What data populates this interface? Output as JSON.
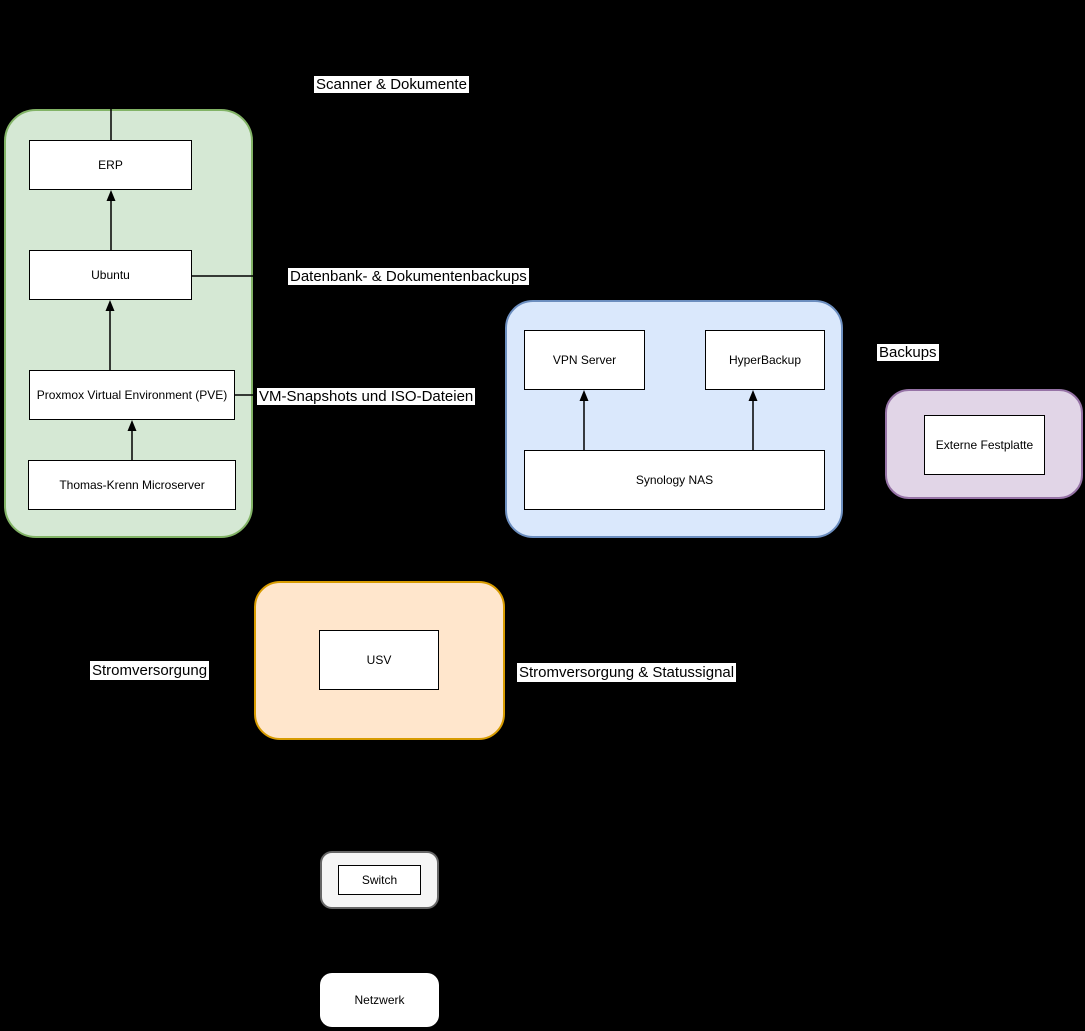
{
  "canvas": {
    "background": "#000000",
    "connector_color": "#000000"
  },
  "nodes": {
    "erp": {
      "label": "ERP"
    },
    "ubuntu": {
      "label": "Ubuntu"
    },
    "pve": {
      "label": "Proxmox Virtual Environment (PVE)"
    },
    "microserver": {
      "label": "Thomas-Krenn Microserver"
    },
    "vpn_server": {
      "label": "VPN Server"
    },
    "hyperbackup": {
      "label": "HyperBackup"
    },
    "synology_nas": {
      "label": "Synology NAS"
    },
    "externe_festplatte": {
      "label": "Externe Festplatte"
    },
    "usv": {
      "label": "USV"
    },
    "switch": {
      "label": "Switch"
    },
    "netzwerk": {
      "label": "Netzwerk"
    }
  },
  "edge_labels": {
    "scanner_dokumente": "Scanner & Dokumente",
    "datenbank_dokumentenbackups": "Datenbank- & Dokumentenbackups",
    "vm_snapshots_iso": "VM-Snapshots und ISO-Dateien",
    "backups": "Backups",
    "stromversorgung": "Stromversorgung",
    "stromversorgung_statussignal": "Stromversorgung & Statussignal"
  },
  "containers": {
    "server_group": {
      "fill": "#d5e8d4",
      "stroke": "#82b366"
    },
    "nas_group": {
      "fill": "#dae8fc",
      "stroke": "#6c8ebf"
    },
    "backup_group": {
      "fill": "#e1d5e7",
      "stroke": "#9673a6"
    },
    "usv_group": {
      "fill": "#ffe6cc",
      "stroke": "#d79b00"
    },
    "switch_group": {
      "fill": "#f5f5f5",
      "stroke": "#666666"
    }
  }
}
